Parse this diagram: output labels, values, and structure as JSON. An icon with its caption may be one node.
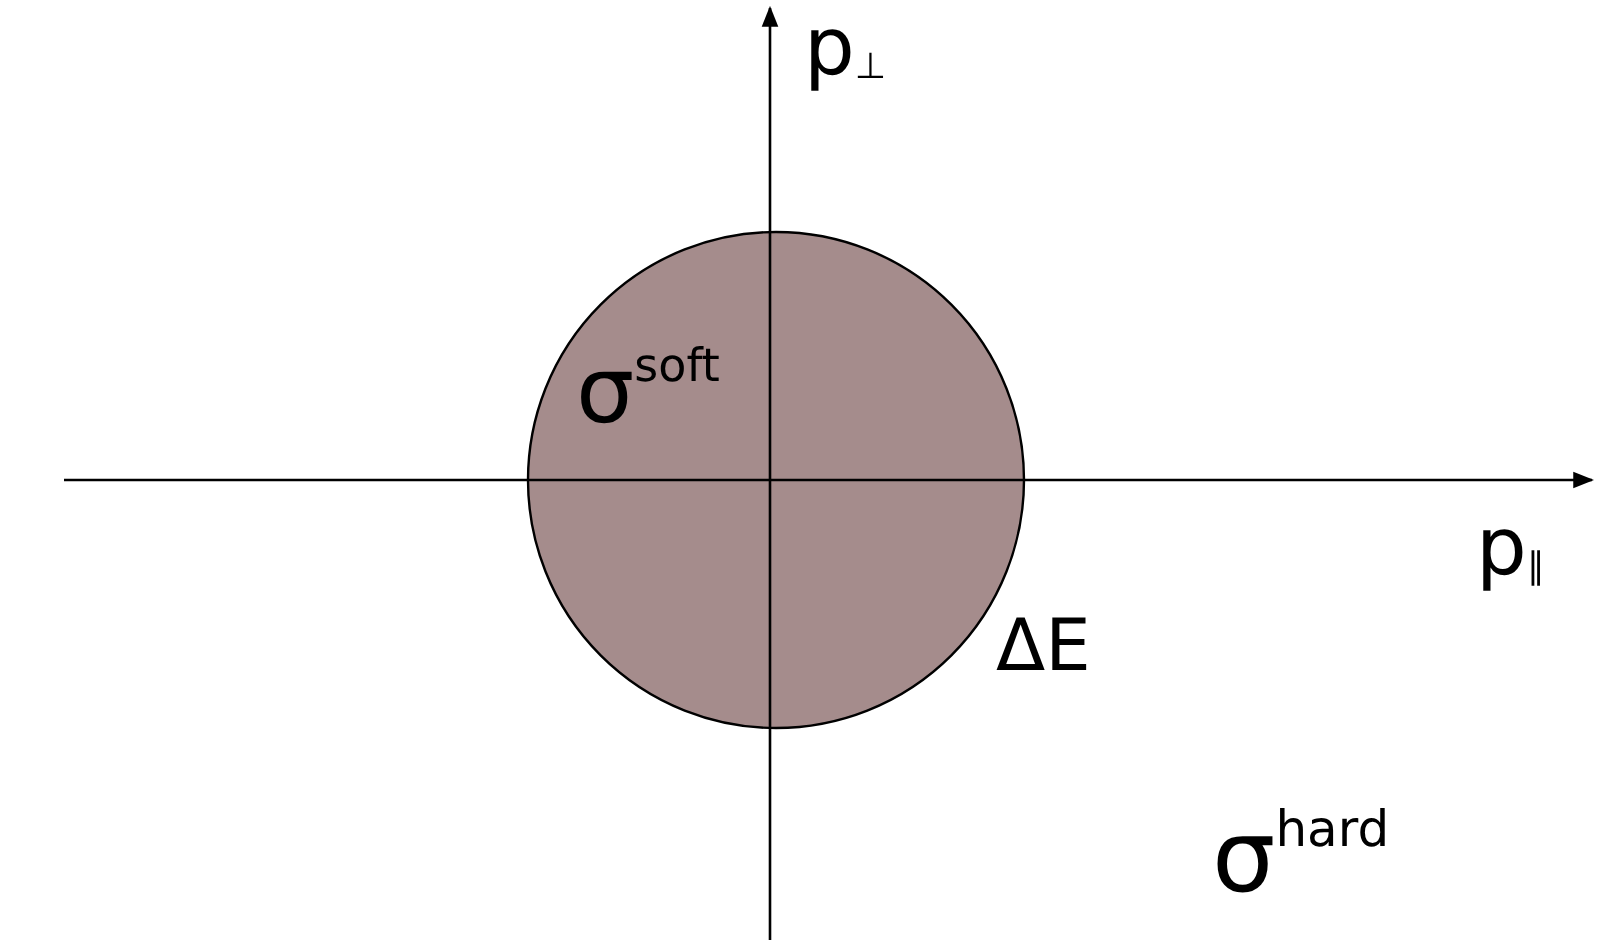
{
  "diagram": {
    "nodes": [
      {
        "text": [
          "σ$^{soft}$"
        ],
        "beside": [
          "ΔE"
        ]
      }
    ],
    "edges": [],
    "labels": [
      "p$_{⊥}$",
      "p$_{∥}$",
      "σ$^{hard}$"
    ]
  }
}
